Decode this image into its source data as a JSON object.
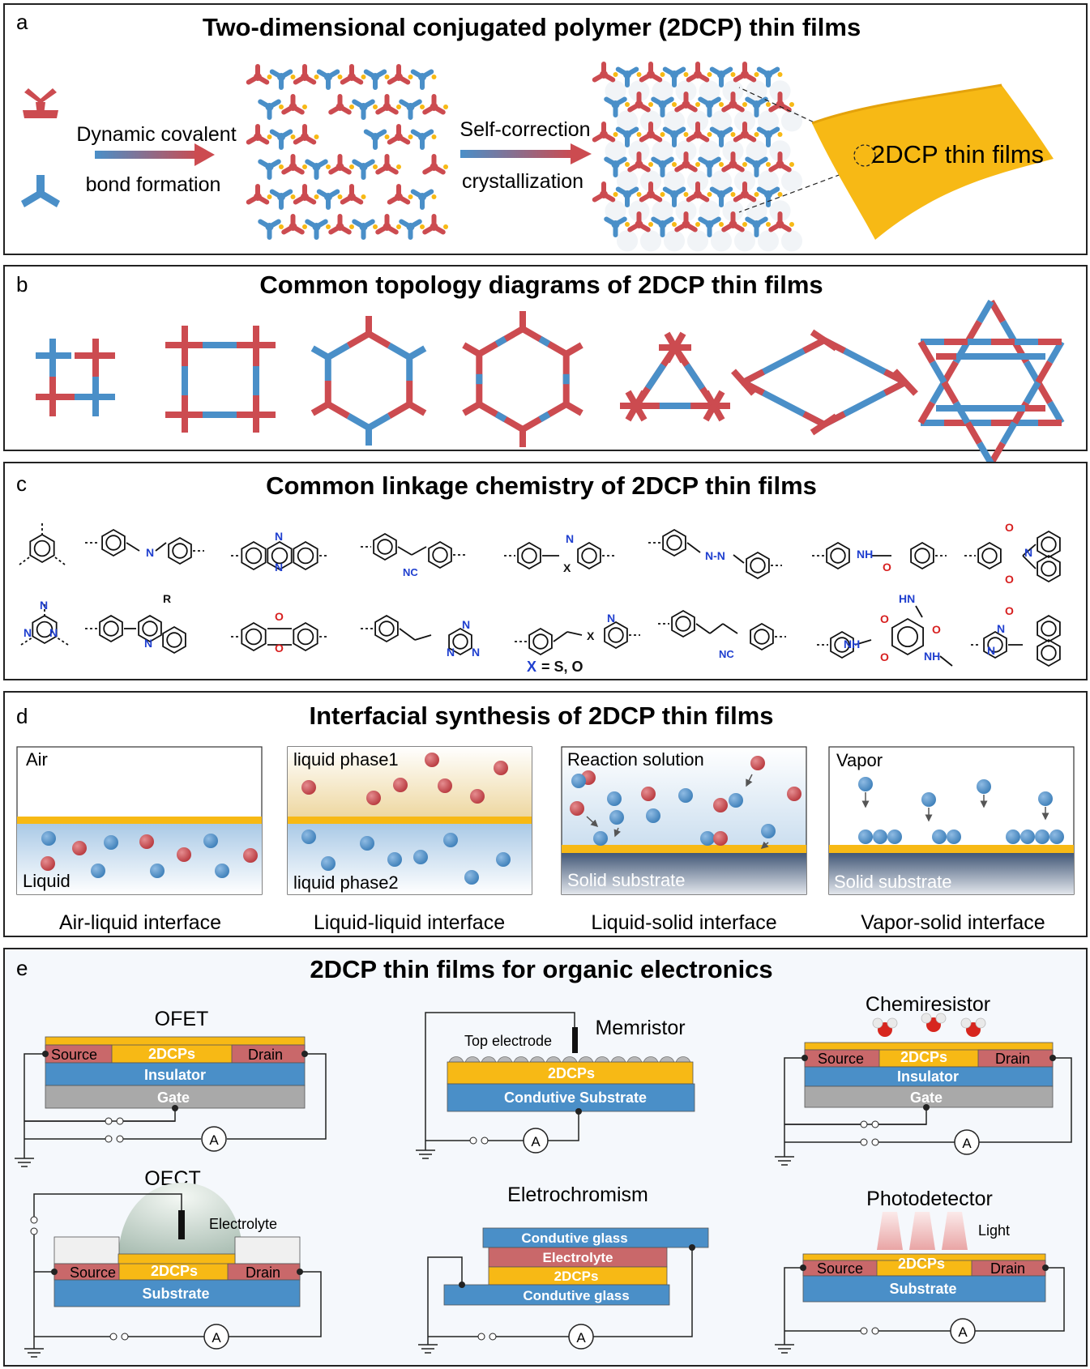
{
  "colors": {
    "red": "#cc4b50",
    "blue": "#4a8fc8",
    "gold": "#f7b915",
    "gray": "#a9a9a9",
    "panel_bg": "#f5f8fc"
  },
  "panel_a": {
    "label": "a",
    "title": "Two-dimensional conjugated polymer (2DCP) thin films",
    "step1_line1": "Dynamic covalent",
    "step1_line2": "bond formation",
    "step2_line1": "Self-correction",
    "step2_line2": "crystallization",
    "film_label": "2DCP thin films"
  },
  "panel_b": {
    "label": "b",
    "title": "Common topology diagrams of 2DCP thin films"
  },
  "panel_c": {
    "label": "c",
    "title": "Common linkage chemistry of 2DCP thin films",
    "atoms": {
      "n": "N",
      "x": "X",
      "r": "R",
      "o": "O",
      "nh": "NH",
      "hn": "HN",
      "nc": "NC",
      "nn": "N-N"
    },
    "x_note_symbol": "X",
    "x_note_rest": "= S, O"
  },
  "panel_d": {
    "label": "d",
    "title": "Interfacial synthesis of 2DCP thin films",
    "box1": {
      "top": "Air",
      "bottom": "Liquid",
      "caption": "Air-liquid interface"
    },
    "box2": {
      "top": "liquid phase1",
      "bottom": "liquid phase2",
      "caption": "Liquid-liquid interface"
    },
    "box3": {
      "top": "Reaction solution",
      "bottom": "Solid substrate",
      "caption": "Liquid-solid interface"
    },
    "box4": {
      "top": "Vapor",
      "bottom": "Solid substrate",
      "caption": "Vapor-solid interface"
    }
  },
  "panel_e": {
    "label": "e",
    "title": "2DCP thin films for organic electronics",
    "meter": "A",
    "ofet": {
      "name": "OFET",
      "source": "Source",
      "film": "2DCPs",
      "drain": "Drain",
      "insulator": "Insulator",
      "gate": "Gate"
    },
    "memristor": {
      "name": "Memristor",
      "top_electrode": "Top electrode",
      "film": "2DCPs",
      "substrate": "Condutive Substrate"
    },
    "chemiresistor": {
      "name": "Chemiresistor",
      "source": "Source",
      "film": "2DCPs",
      "drain": "Drain",
      "insulator": "Insulator",
      "gate": "Gate"
    },
    "oect": {
      "name": "OECT",
      "electrolyte": "Electrolyte",
      "source": "Source",
      "film": "2DCPs",
      "drain": "Drain",
      "substrate": "Substrate"
    },
    "electrochromism": {
      "name": "Eletrochromism",
      "glass_top": "Condutive glass",
      "electrolyte": "Electrolyte",
      "film": "2DCPs",
      "glass_bottom": "Condutive glass"
    },
    "photodetector": {
      "name": "Photodetector",
      "light": "Light",
      "source": "Source",
      "film": "2DCPs",
      "drain": "Drain",
      "substrate": "Substrate"
    }
  }
}
